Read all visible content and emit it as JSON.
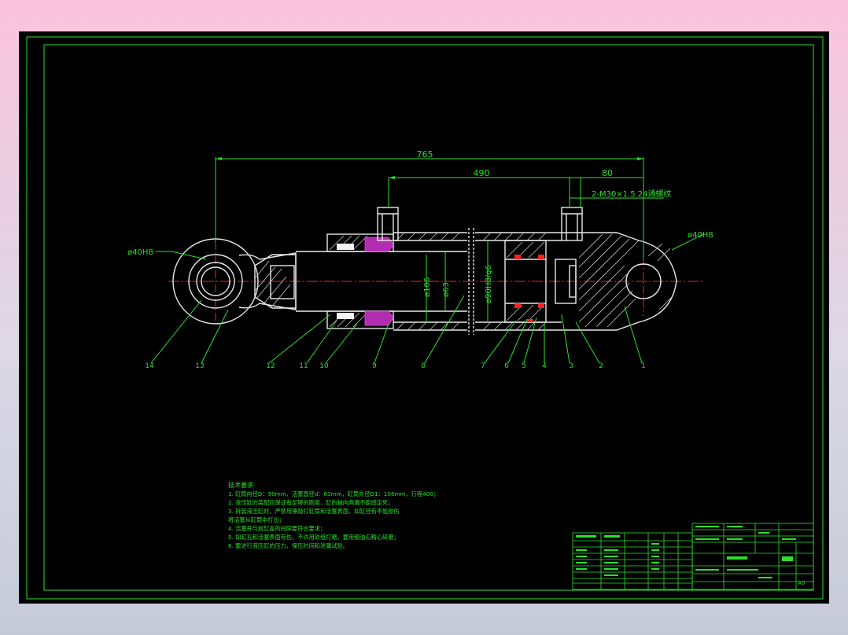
{
  "drawing": {
    "dimensions": {
      "overall_length": "765",
      "stroke_span": "490",
      "end_span": "80",
      "thread_note": "2-M30×1.5 24通螺纹",
      "left_bore": "ø40H8",
      "right_bore": "ø40H8",
      "rod_diameter": "ø63",
      "outer_diameter": "ø106",
      "piston_fit": "ø90H8/g6"
    },
    "balloons": [
      "14",
      "13",
      "12",
      "11",
      "10",
      "9",
      "8",
      "7",
      "6",
      "5",
      "4",
      "3",
      "2",
      "1"
    ],
    "tech_requirements": {
      "heading": "技术要求",
      "items": [
        "1. 缸筒内径D：90mm，活塞直径d：63mm，缸筒外径D1：106mm，行程400；",
        "2. 液压缸的装配应保证有足够的刚度，缸的轴向两端不能固定死；",
        "3. 拆装液压缸时，严禁用锤敲打缸筒和活塞表面，如缸径有不能损伤",
        "将活塞从缸筒中打出；",
        "4. 活塞杆与前缸盖的间隙要符合要求；",
        "5. 如缸孔和活塞表面有伤，不许用砂纸打磨，要用细油石精心研磨；",
        "6. 要进行液压缸的压力，保压时间和泄漏试验。"
      ]
    },
    "title_block": {
      "sheet_size": "A0"
    }
  },
  "colors": {
    "line": "#2be02b",
    "outline": "#e8e8e8",
    "centerline": "#ff2020",
    "seal": "#ff2020",
    "guide": "#c030c0",
    "background": "#000000"
  }
}
